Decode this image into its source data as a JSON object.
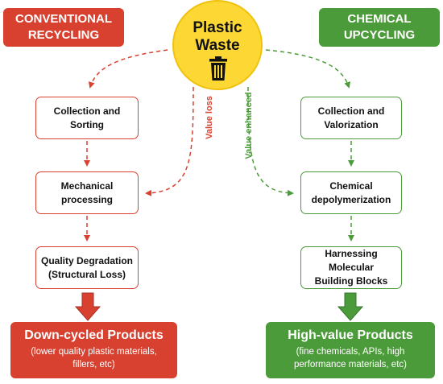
{
  "headers": {
    "left": [
      "CONVENTIONAL",
      "RECYCLING"
    ],
    "right": [
      "CHEMICAL",
      "UPCYCLING"
    ]
  },
  "center": {
    "lines": [
      "Plastic",
      "Waste"
    ],
    "icon": "trash-can-icon"
  },
  "conventional_steps": [
    [
      "Collection and",
      "Sorting"
    ],
    [
      "Mechanical",
      "processing"
    ],
    [
      "Quality Degradation",
      "(Structural Loss)"
    ]
  ],
  "chemical_steps": [
    [
      "Collection and",
      "Valorization"
    ],
    [
      "Chemical",
      "depolymerization"
    ],
    [
      "Harnessing Molecular",
      "Building Blocks"
    ]
  ],
  "labels": {
    "value_loss": "Value loss",
    "value_enhanced": "Value enhanced"
  },
  "outcomes": {
    "left": {
      "title": "Down-cycled Products",
      "detail": [
        "(lower quality plastic materials,",
        "fillers, etc)"
      ]
    },
    "right": {
      "title": "High-value Products",
      "detail": [
        "(fine chemicals, APIs, high",
        "performance materials, etc)"
      ]
    }
  },
  "colors": {
    "conventional": "#d8412f",
    "chemical": "#4c9b3a",
    "waste": "#fdd835"
  }
}
